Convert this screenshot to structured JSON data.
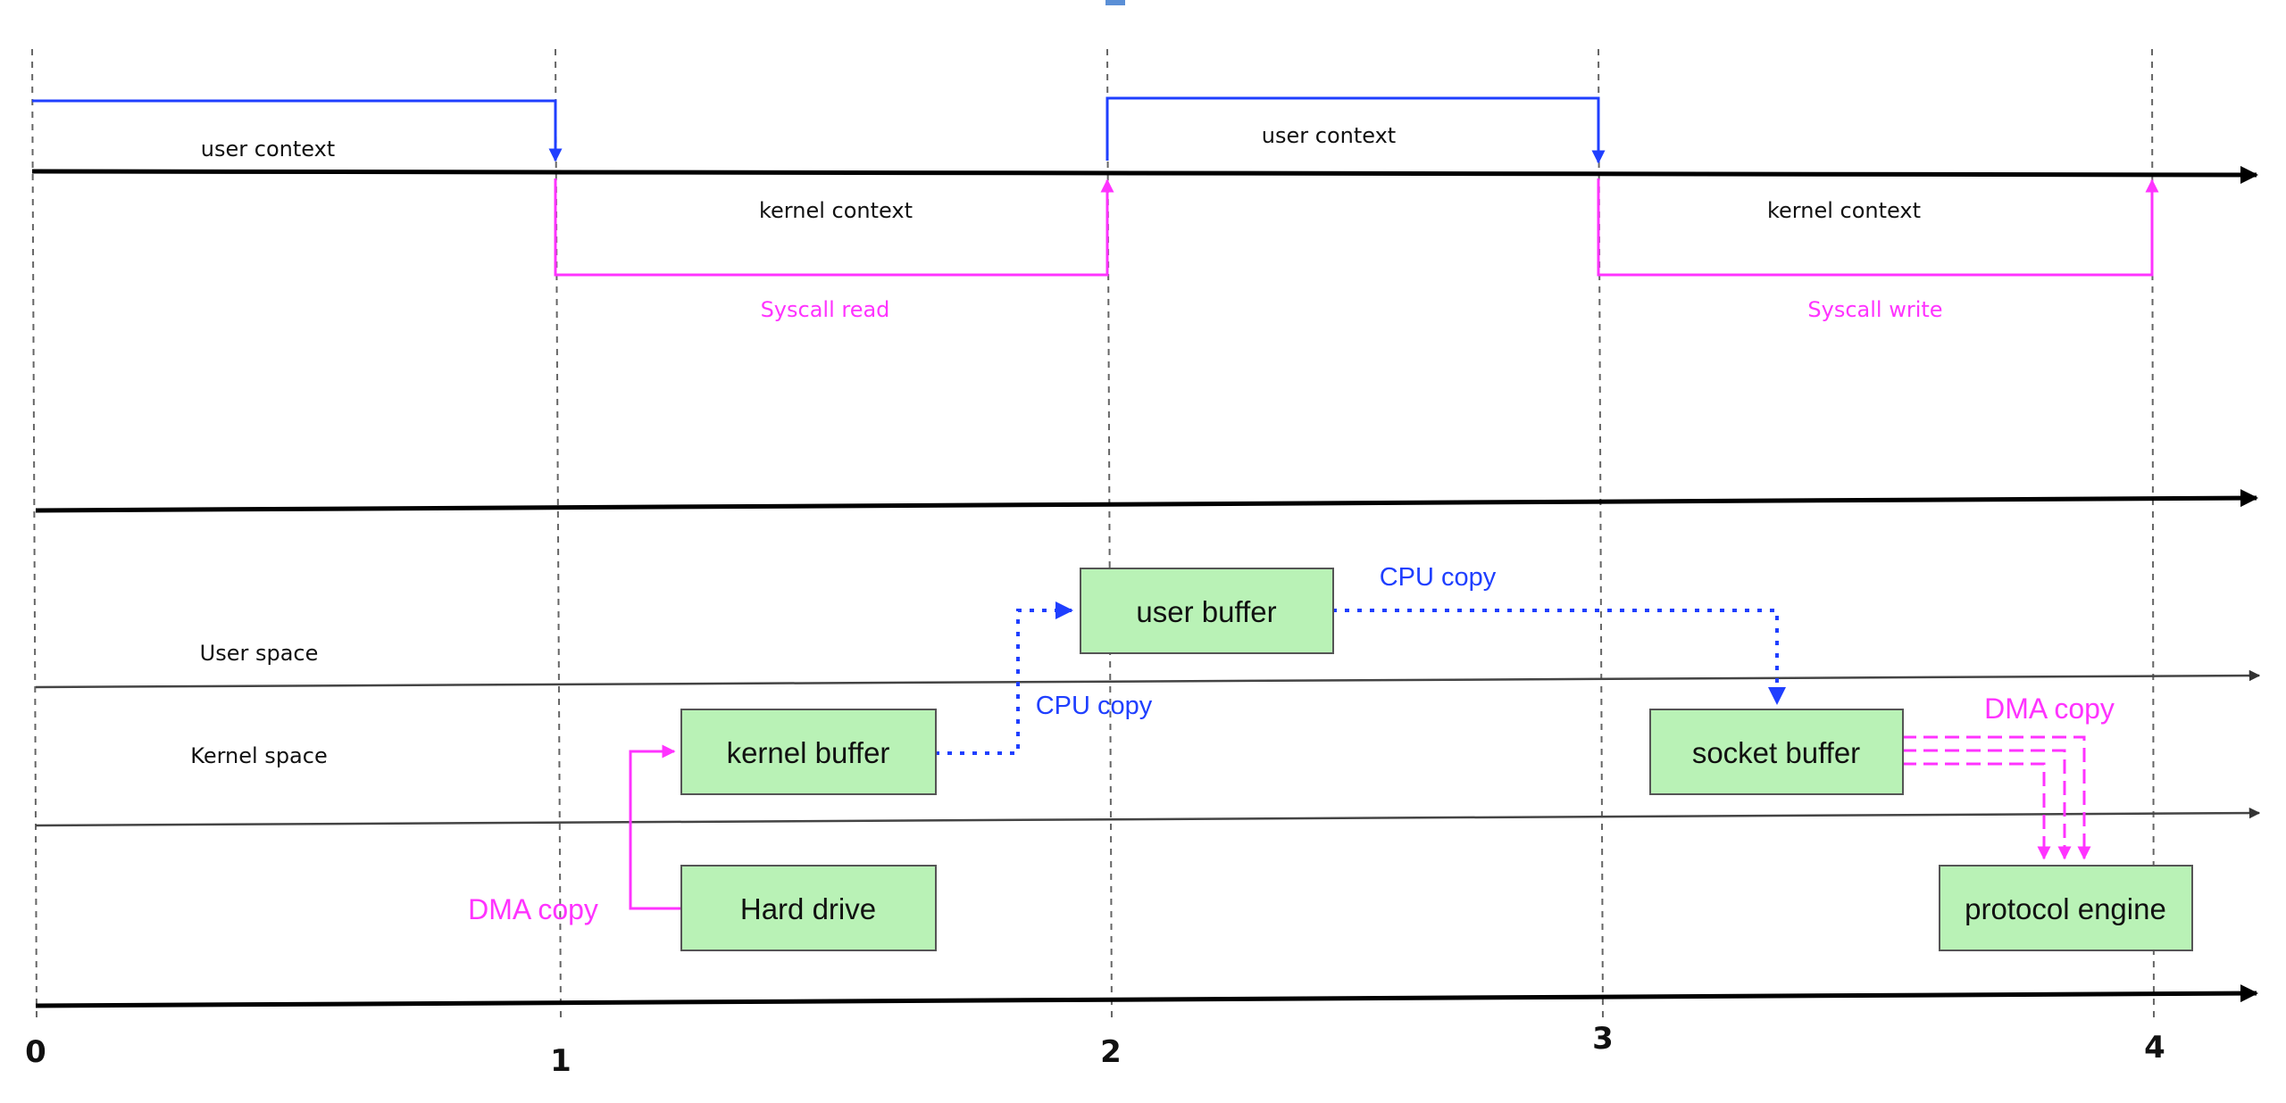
{
  "timeline_ticks": [
    "0",
    "1",
    "2",
    "3",
    "4"
  ],
  "contexts": {
    "user_context_1": "user context",
    "user_context_2": "user context",
    "kernel_context_1": "kernel context",
    "kernel_context_2": "kernel context"
  },
  "syscalls": {
    "read": "Syscall read",
    "write": "Syscall write"
  },
  "spaces": {
    "user": "User space",
    "kernel": "Kernel  space"
  },
  "boxes": {
    "user_buffer": "user buffer",
    "kernel_buffer": "kernel buffer",
    "socket_buffer": "socket buffer",
    "hard_drive": "Hard drive",
    "protocol_engine": "protocol engine"
  },
  "copies": {
    "cpu_copy_top": "CPU copy",
    "cpu_copy_mid": "CPU copy",
    "dma_copy_left": "DMA copy",
    "dma_copy_right": "DMA copy"
  },
  "colors": {
    "user_context_line": "#1f3fff",
    "kernel_context_line": "#ff33ff",
    "box_fill": "#b9f2b6",
    "cpu_copy": "#1f3fff",
    "dma_copy": "#ff33ff"
  }
}
